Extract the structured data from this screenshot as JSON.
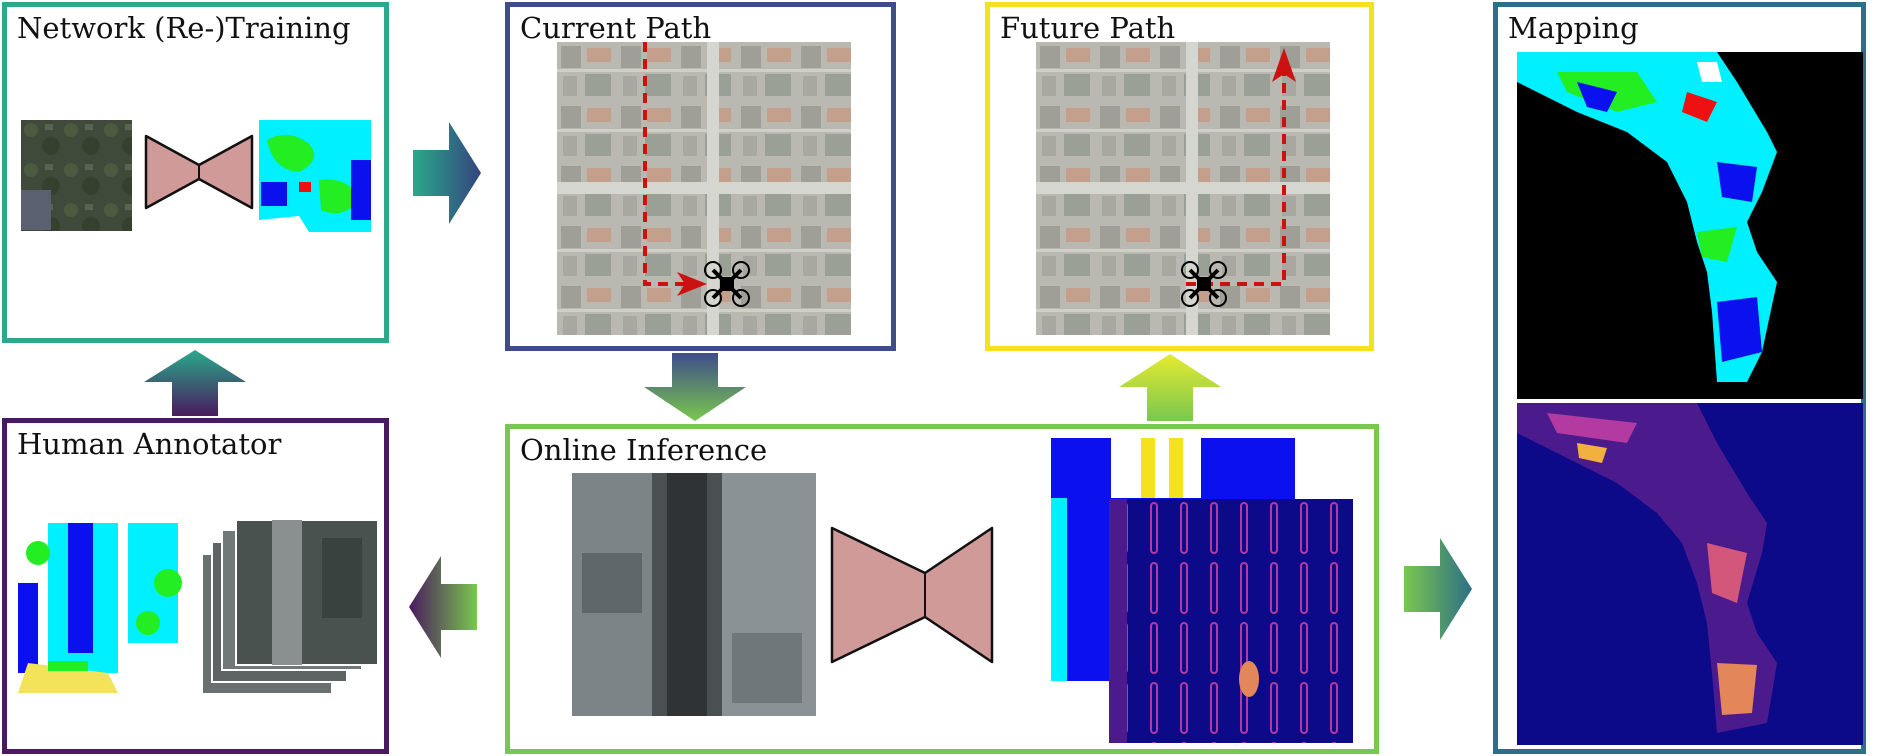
{
  "panels": {
    "training": {
      "title": "Network (Re-)Training",
      "color": "#2aa98b"
    },
    "current": {
      "title": "Current Path",
      "color": "#3e4c8a"
    },
    "future": {
      "title": "Future Path",
      "color": "#f4e21f"
    },
    "mapping": {
      "title": "Mapping",
      "color": "#2d6f86"
    },
    "annotator": {
      "title": "Human Annotator",
      "color": "#4a1a5e"
    },
    "inference": {
      "title": "Online Inference",
      "color": "#7ac74f"
    }
  },
  "colors": {
    "network": "#d09a98",
    "path": "#cc1111",
    "seg_blue": "#0a10ee",
    "seg_cyan": "#00f0ff",
    "seg_green": "#22ee22",
    "seg_red": "#ee1111",
    "heat_bg": "#0d0a8a",
    "map_bg": "#000000"
  },
  "icons": [
    "arrow-right-icon",
    "arrow-down-icon",
    "arrow-up-icon",
    "arrow-left-icon",
    "drone-icon",
    "encoder-decoder-icon"
  ]
}
